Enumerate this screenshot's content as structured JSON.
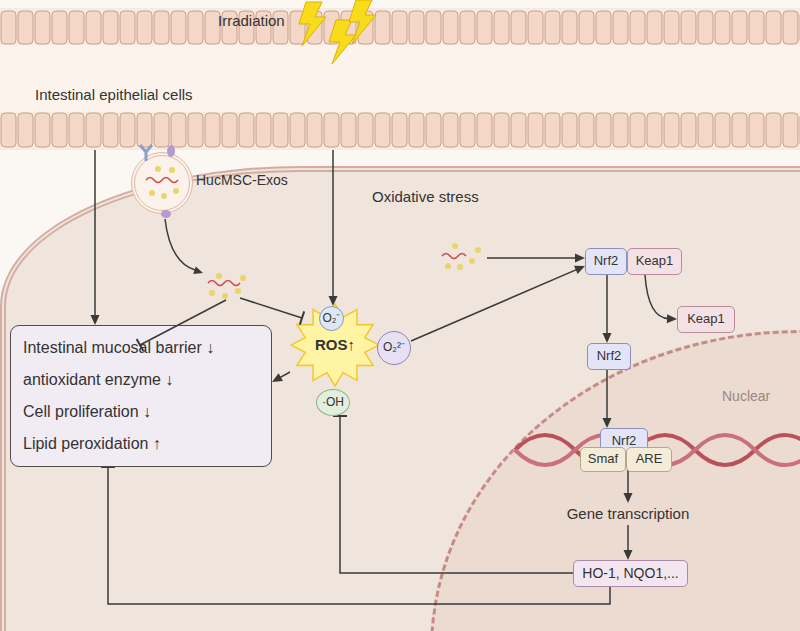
{
  "diagram": {
    "nodes": [
      {
        "text": [
          "Intestinal epithelial cells"
        ]
      },
      {
        "text": [
          "Oxidative stress"
        ]
      },
      {
        "text": [
          "HucMSC-Exos"
        ]
      },
      {
        "text": [
          "Intestinal mucosal barrier ↓",
          "antioxidant enzyme ↓",
          "Cell proliferation ↓",
          "Lipid peroxidation ↑"
        ],
        "in": 1
      },
      {
        "text": [
          "ROS↑"
        ],
        "in": 1
      },
      {
        "text": [
          "O₂⁻"
        ],
        "in": 1
      },
      {
        "text": [
          "O₂²⁻"
        ],
        "in": 1
      },
      {
        "text": [
          "·OH"
        ],
        "in": 1
      },
      {
        "text": [
          "Nrf2"
        ],
        "in": 1
      },
      {
        "text": [
          "Keap1"
        ],
        "in": 1
      },
      {
        "text": [
          "Keap1"
        ],
        "in": 1
      },
      {
        "text": [
          "Nrf2"
        ],
        "in": 1
      },
      {
        "text": [
          "Nuclear"
        ],
        "in": 1
      },
      {
        "text": [
          "Nrf2"
        ],
        "in": 12
      },
      {
        "text": [
          "Smaf"
        ],
        "in": 12
      },
      {
        "text": [
          "ARE"
        ],
        "in": 12
      },
      {
        "text": [
          "Gene transcription"
        ],
        "in": 12
      },
      {
        "text": [
          "HO-1, NQO1,..."
        ],
        "in": 12
      }
    ],
    "edges": [
      {
        "from": 0,
        "to": 3,
        "arrow": "to"
      },
      {
        "from": 0,
        "to": 5,
        "arrow": "to"
      },
      {
        "from": 4,
        "to": 3,
        "arrow": "to"
      },
      {
        "from": 6,
        "to": 8,
        "arrow": "to"
      },
      {
        "from": 9,
        "to": 10,
        "arrow": "to"
      },
      {
        "from": 8,
        "to": 11,
        "arrow": "to"
      },
      {
        "from": 11,
        "to": 13,
        "arrow": "to"
      },
      {
        "from": 13,
        "to": 16,
        "arrow": "to"
      },
      {
        "from": 16,
        "to": 17,
        "arrow": "to"
      },
      {
        "from": 17,
        "to": 7,
        "arrow": "to"
      },
      {
        "from": 17,
        "to": 3,
        "arrow": "to"
      }
    ],
    "labels": [
      "Irradiation"
    ]
  }
}
